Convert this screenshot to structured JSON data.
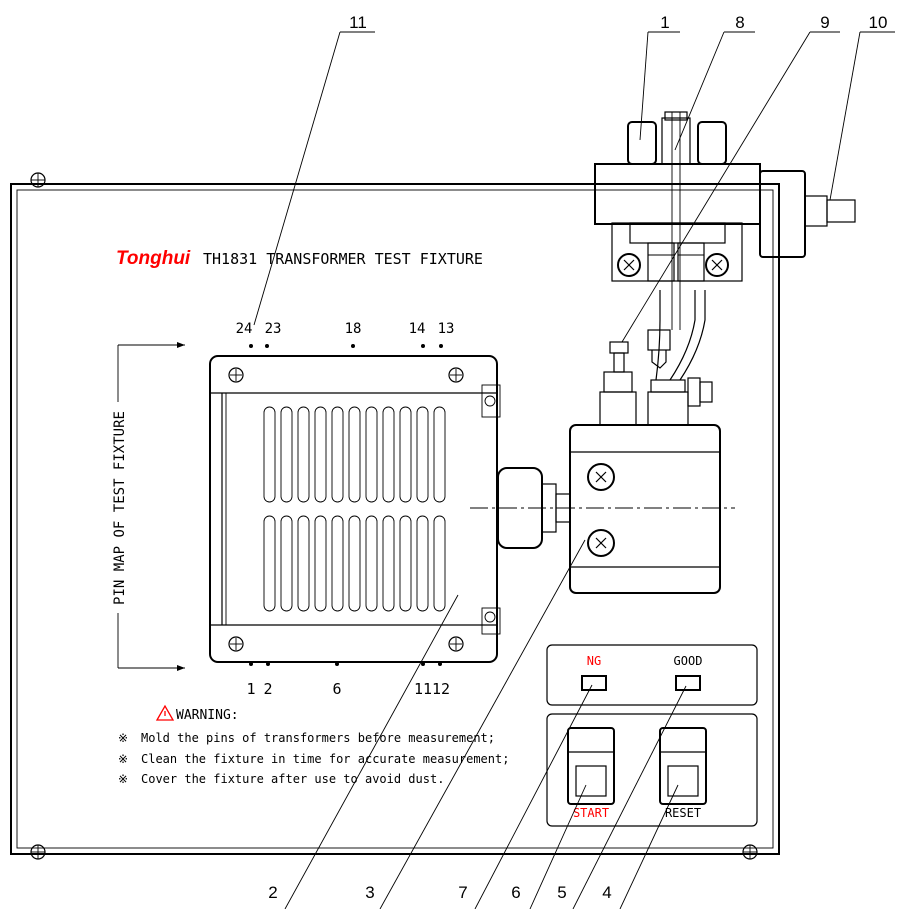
{
  "brand": {
    "logo_text": "Tonghui",
    "title": "TH1831 TRANSFORMER TEST FIXTURE"
  },
  "pin_map_label": "PIN MAP OF TEST FIXTURE",
  "pins_top": [
    "24",
    "23",
    "18",
    "14",
    "13"
  ],
  "pins_bottom": [
    "1",
    "2",
    "6",
    "11",
    "12"
  ],
  "warning": {
    "heading": "WARNING:",
    "mark": "※",
    "lines": [
      "Mold the pins of transformers before measurement;",
      "Clean the fixture in time for accurate measurement;",
      "Cover the fixture after use to avoid dust."
    ]
  },
  "indicators": {
    "ng": "NG",
    "good": "GOOD"
  },
  "buttons": {
    "start": "START",
    "reset": "RESET"
  },
  "callouts": {
    "top": [
      "11",
      "1",
      "8",
      "9",
      "10"
    ],
    "bottom": [
      "2",
      "3",
      "7",
      "6",
      "5",
      "4"
    ]
  },
  "colors": {
    "accent_red": "#ff0000",
    "line": "#000000"
  }
}
